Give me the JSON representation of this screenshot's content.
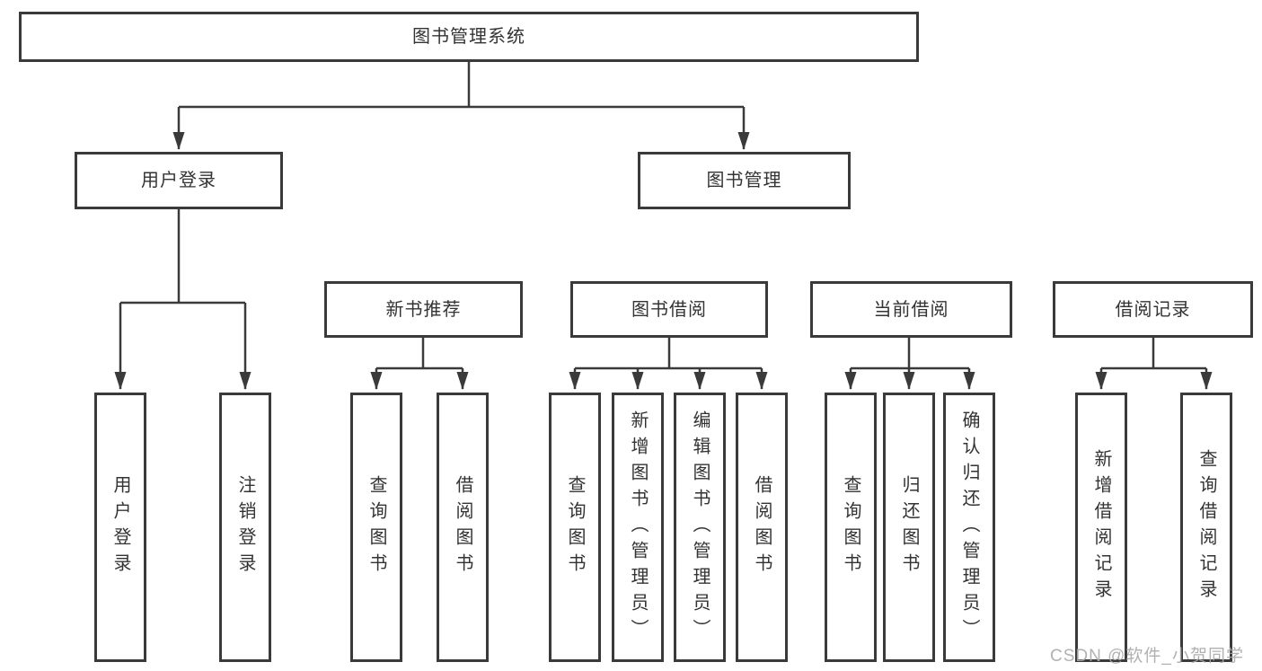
{
  "colors": {
    "line": "#3a3a3a",
    "text": "#333333",
    "background": "#ffffff",
    "watermark": "#a9a9a9"
  },
  "tree": {
    "root": {
      "label": "图书管理系统",
      "children": [
        {
          "label": "用户登录",
          "children": [
            {
              "label": "用户登录"
            },
            {
              "label": "注销登录"
            }
          ]
        },
        {
          "label": "图书管理",
          "children": [
            {
              "label": "新书推荐",
              "children": [
                {
                  "label": "查询图书"
                },
                {
                  "label": "借阅图书"
                }
              ]
            },
            {
              "label": "图书借阅",
              "children": [
                {
                  "label": "查询图书"
                },
                {
                  "label": "新增图书（管理员）"
                },
                {
                  "label": "编辑图书（管理员）"
                },
                {
                  "label": "借阅图书"
                }
              ]
            },
            {
              "label": "当前借阅",
              "children": [
                {
                  "label": "查询图书"
                },
                {
                  "label": "归还图书"
                },
                {
                  "label": "确认归还（管理员）"
                }
              ]
            },
            {
              "label": "借阅记录",
              "children": [
                {
                  "label": "新增借阅记录"
                },
                {
                  "label": "查询借阅记录"
                }
              ]
            }
          ]
        }
      ]
    }
  },
  "watermark": {
    "text": "CSDN @软件_小贺同学"
  }
}
